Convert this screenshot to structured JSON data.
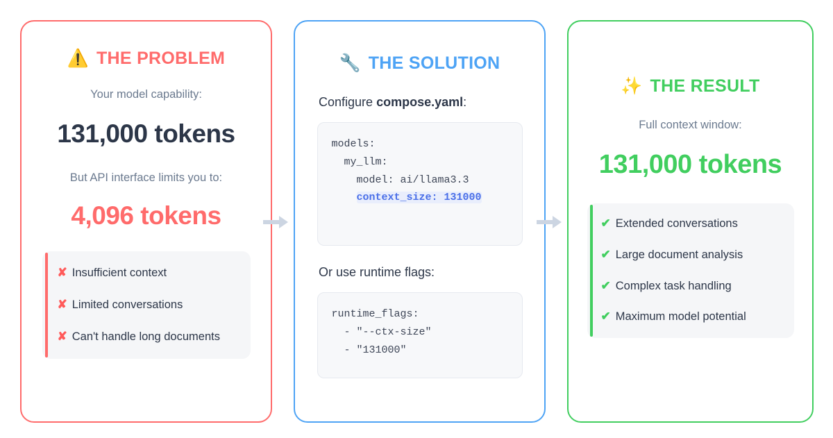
{
  "cards": {
    "problem": {
      "icon": "warning-triangle-icon",
      "icon_glyph": "⚠️",
      "title": "THE PROBLEM",
      "accent_color": "#ff6b6b",
      "capability_label": "Your model capability:",
      "capability_value": "131,000 tokens",
      "limit_label": "But API interface limits you to:",
      "limit_value": "4,096 tokens",
      "bullet_mark": "✘",
      "bullets": [
        "Insufficient context",
        "Limited conversations",
        "Can't handle long documents"
      ]
    },
    "solution": {
      "icon": "wrench-icon",
      "icon_glyph": "🔧",
      "title": "THE SOLUTION",
      "accent_color": "#4da3f5",
      "caption_1_prefix": "Configure ",
      "caption_1_strong": "compose.yaml",
      "caption_1_suffix": ":",
      "code_compose_pre": "models:\n  my_llm:\n    model: ai/llama3.3\n    ",
      "code_compose_highlight": "context_size: 131000",
      "caption_2": "Or use runtime flags:",
      "code_runtime": "runtime_flags:\n  - \"--ctx-size\"\n  - \"131000\""
    },
    "result": {
      "icon": "sparkles-icon",
      "icon_glyph": "✨",
      "title": "THE RESULT",
      "accent_color": "#41ce5f",
      "context_label": "Full context window:",
      "context_value": "131,000 tokens",
      "bullet_mark": "✔",
      "bullets": [
        "Extended conversations",
        "Large document analysis",
        "Complex task handling",
        "Maximum model potential"
      ]
    }
  },
  "arrows": {
    "color": "#ccd5e2",
    "count": 2
  }
}
